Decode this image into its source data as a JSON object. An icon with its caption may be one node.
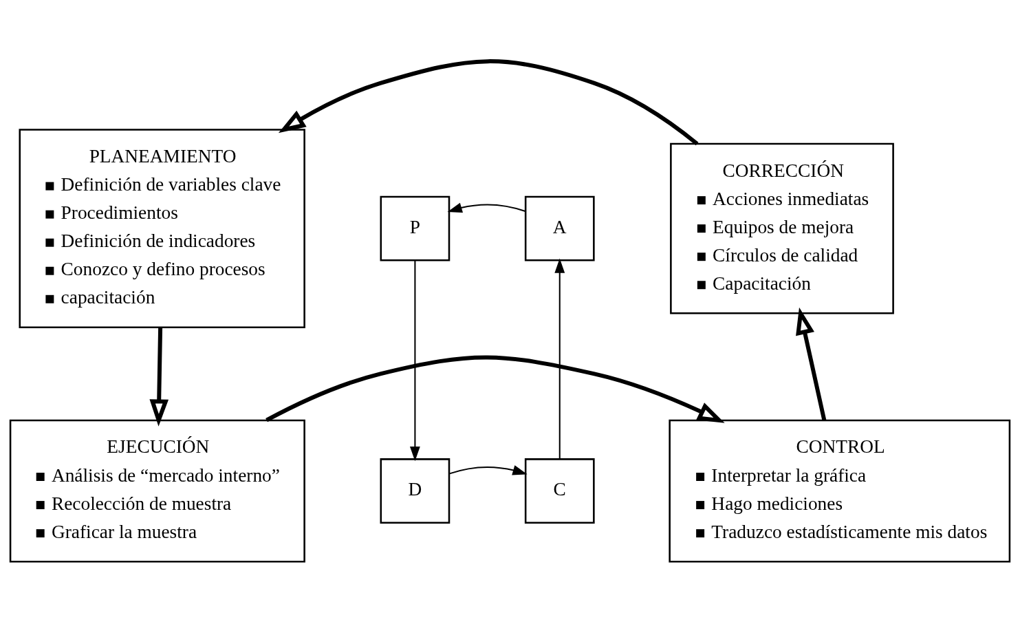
{
  "diagram": {
    "nodes": [
      {
        "text": [
          "PLANEAMIENTO",
          "Definición de variables clave",
          "Procedimientos",
          "Definición de indicadores",
          "Conozco y defino procesos",
          "capacitación"
        ]
      },
      {
        "text": [
          "CORRECCIÓN",
          "Acciones inmediatas",
          "Equipos de mejora",
          "Círculos de calidad",
          "Capacitación"
        ]
      },
      {
        "text": [
          "P"
        ]
      },
      {
        "text": [
          "A"
        ]
      },
      {
        "text": [
          "D"
        ]
      },
      {
        "text": [
          "C"
        ]
      },
      {
        "text": [
          "EJECUCIÓN",
          "Análisis de “mercado interno”",
          "Recolección de muestra",
          "Graficar la muestra"
        ]
      },
      {
        "text": [
          "CONTROL",
          "Interpretar la gráfica",
          "Hago mediciones",
          "Traduzco estadísticamente mis datos"
        ]
      }
    ],
    "edges": [
      {
        "from": 3,
        "to": 2,
        "arrow": "to"
      },
      {
        "from": 2,
        "to": 4,
        "arrow": "to"
      },
      {
        "from": 4,
        "to": 5,
        "arrow": "to"
      },
      {
        "from": 5,
        "to": 3,
        "arrow": "to"
      },
      {
        "from": 0,
        "to": 6,
        "arrow": "to",
        "style": "thick"
      },
      {
        "from": 6,
        "to": 7,
        "arrow": "to",
        "style": "thick"
      },
      {
        "from": 7,
        "to": 1,
        "arrow": "to",
        "style": "thick"
      },
      {
        "from": 1,
        "to": 0,
        "arrow": "to",
        "style": "thick"
      }
    ]
  }
}
